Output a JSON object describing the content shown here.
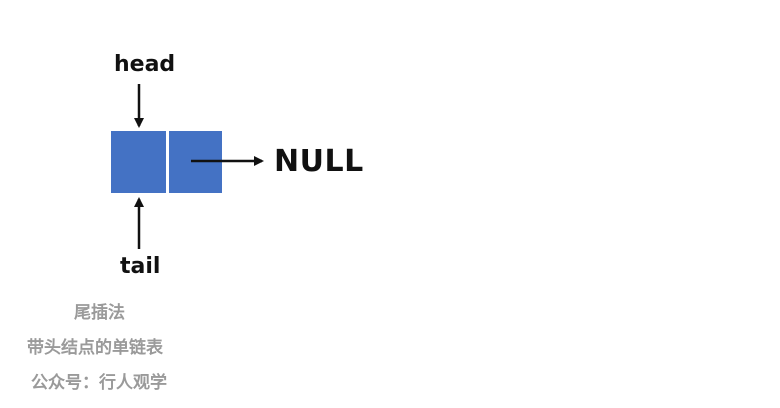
{
  "diagram": {
    "pointers": {
      "head_label": "head",
      "tail_label": "tail"
    },
    "null_label": "NULL",
    "node_color": "#4472C4",
    "arrow_color": "#111111"
  },
  "caption": {
    "line1": "尾插法",
    "line2": "带头结点的单链表",
    "line3": "公众号：行人观学"
  }
}
